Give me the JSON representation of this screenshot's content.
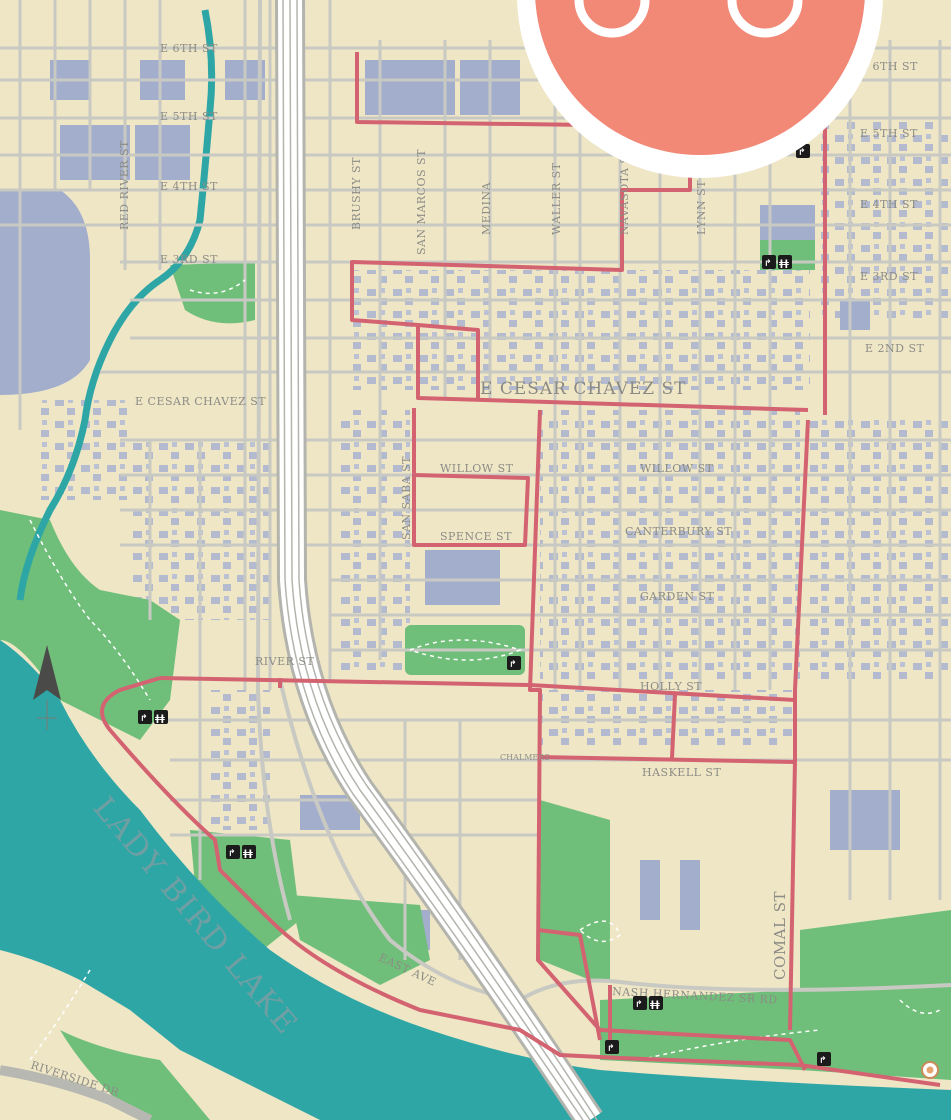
{
  "map": {
    "colors": {
      "land": "#efe6c6",
      "water": "#2fa6a6",
      "park": "#6fbf7a",
      "building": "#a9b3d1",
      "street": "#c9c9c3",
      "route": "#d36370",
      "logo": "#f28876"
    },
    "labels": {
      "e6th_left": "E 6TH ST",
      "e6th_right": "E 6TH ST",
      "e5th_left": "E 5TH ST",
      "e5th_right": "E 5TH ST",
      "e4th_left": "E 4TH ST",
      "e4th_right": "E 4TH ST",
      "e3rd_left": "E 3RD ST",
      "e3rd_right": "E 3RD ST",
      "e2nd": "E 2ND ST",
      "cesar_main": "E CESAR CHAVEZ ST",
      "cesar_left": "E CESAR CHAVEZ ST",
      "willow_left": "WILLOW ST",
      "willow_right": "WILLOW ST",
      "spence": "SPENCE ST",
      "canterbury": "CANTERBURY ST",
      "garden": "GARDEN ST",
      "river": "RIVER ST",
      "holly": "HOLLY ST",
      "haskell": "HASKELL ST",
      "comal": "COMAL ST",
      "nash": "NASH HERNANDEZ SR RD",
      "riverside": "RIVERSIDE DR",
      "east_ave": "EAST AVE",
      "lake": "LADY BIRD LAKE",
      "medina": "MEDINA",
      "waller": "WALLER ST",
      "navasota": "NAVASOTA ST",
      "lynn": "LYNN ST",
      "san_marcos": "SAN MARCOS ST",
      "brushy": "BRUSHY ST",
      "red_river": "RED RIVER ST",
      "san_saba": "SAN SABA ST",
      "chalmers": "CHALMERS"
    },
    "icons": [
      "bike-icon",
      "bike-icon",
      "restroom-icon",
      "bike-icon",
      "bike-icon",
      "restroom-icon",
      "bike-icon",
      "restroom-icon",
      "bike-icon",
      "restroom-icon",
      "bike-icon",
      "bike-icon"
    ],
    "logo_icon": "bicycle-icon",
    "north_arrow_icon": "north-arrow-icon",
    "location_marker_icon": "location-marker-icon"
  }
}
